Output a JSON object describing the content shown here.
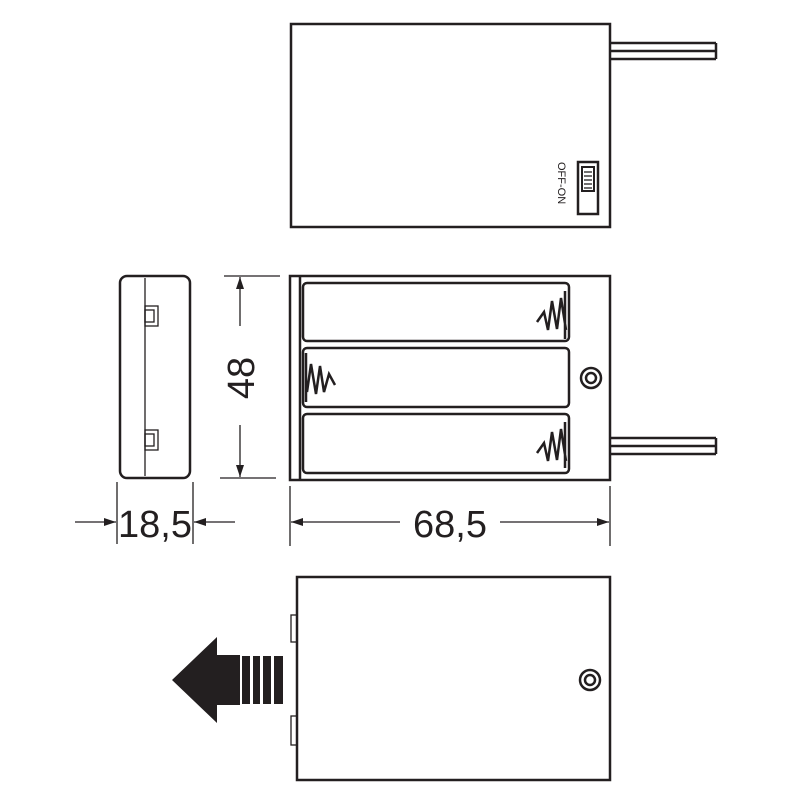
{
  "colors": {
    "line": "#231f20",
    "background": "#ffffff"
  },
  "top_view": {
    "switch_label": "OFF-ON"
  },
  "dimensions": {
    "height": "48",
    "depth": "18,5",
    "width": "68,5"
  },
  "bottom_view": {
    "arrow_icon": "slide-direction-arrow-left"
  }
}
